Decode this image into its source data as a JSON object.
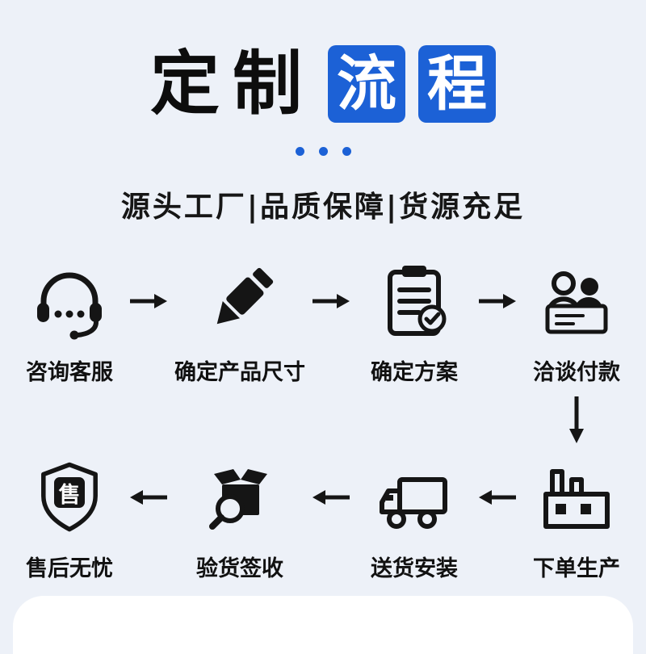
{
  "title": {
    "plain": "定制",
    "boxed": [
      "流",
      "程"
    ]
  },
  "subtitle": "源头工厂|品质保障|货源充足",
  "shield_badge": "售",
  "steps": [
    {
      "label": "咨询客服",
      "icon": "headset-icon"
    },
    {
      "label": "确定产品尺寸",
      "icon": "pen-icon"
    },
    {
      "label": "确定方案",
      "icon": "clipboard-check-icon"
    },
    {
      "label": "洽谈付款",
      "icon": "negotiate-payment-icon"
    },
    {
      "label": "下单生产",
      "icon": "factory-icon"
    },
    {
      "label": "送货安装",
      "icon": "truck-icon"
    },
    {
      "label": "验货签收",
      "icon": "box-magnifier-icon"
    },
    {
      "label": "售后无忧",
      "icon": "shield-icon"
    }
  ],
  "colors": {
    "accent": "#1c61d6",
    "background": "#edf1f8",
    "text": "#141414"
  }
}
